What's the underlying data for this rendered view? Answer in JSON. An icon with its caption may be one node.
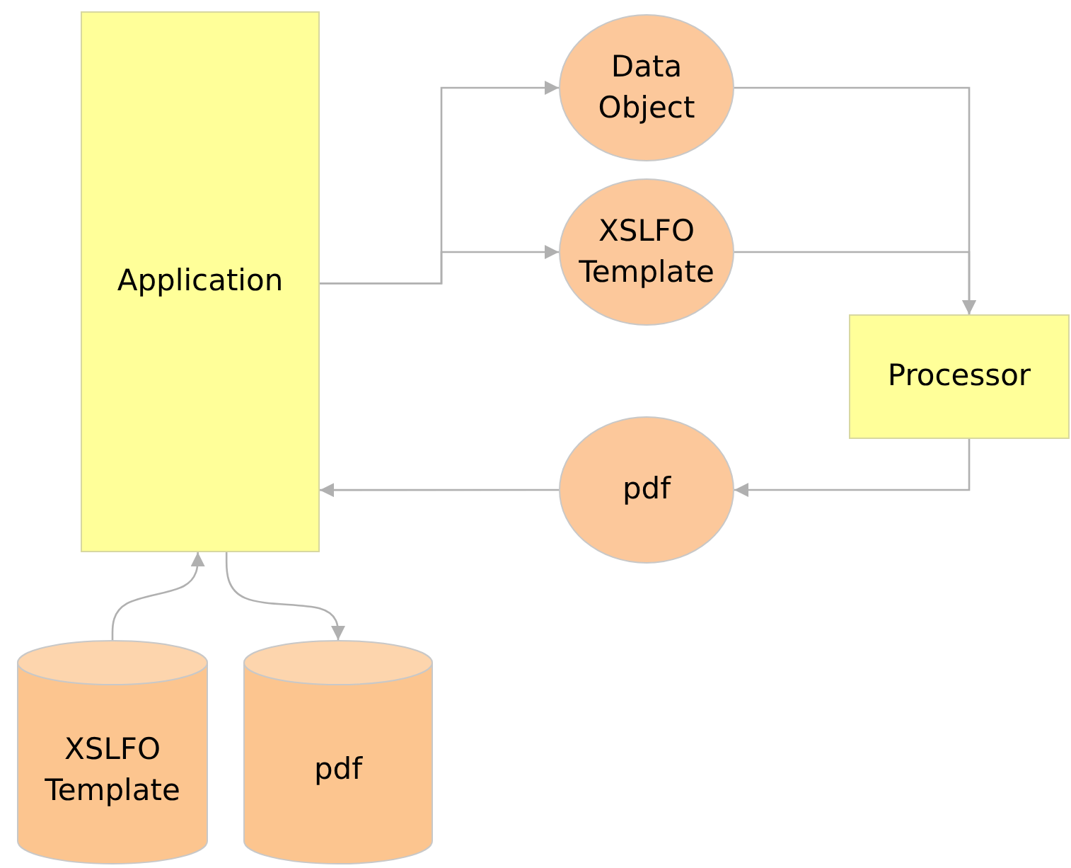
{
  "diagram": {
    "nodes": [
      {
        "text": [
          "Application"
        ]
      },
      {
        "text": [
          "Data Object"
        ]
      },
      {
        "text": [
          "XSLFO Template"
        ]
      },
      {
        "text": [
          "Processor"
        ]
      },
      {
        "text": [
          "pdf"
        ]
      },
      {
        "text": [
          "XSLFO Template"
        ]
      },
      {
        "text": [
          "pdf"
        ]
      }
    ],
    "edges": [
      {
        "from": 0,
        "to": 1,
        "arrow": "to"
      },
      {
        "from": 0,
        "to": 2,
        "arrow": "to"
      },
      {
        "from": 1,
        "to": 3,
        "arrow": "to"
      },
      {
        "from": 2,
        "to": 3,
        "arrow": "to"
      },
      {
        "from": 3,
        "to": 4,
        "arrow": "to"
      },
      {
        "from": 4,
        "to": 0,
        "arrow": "to"
      },
      {
        "from": 5,
        "to": 0,
        "arrow": "to"
      },
      {
        "from": 0,
        "to": 6,
        "arrow": "to"
      }
    ]
  }
}
